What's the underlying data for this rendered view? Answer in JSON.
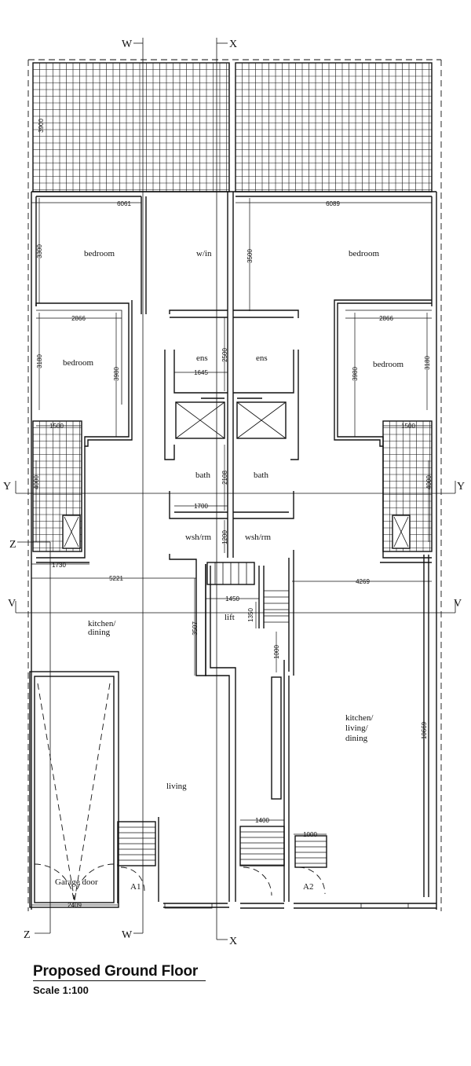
{
  "drawing": {
    "title": "Proposed Ground Floor",
    "scale": "Scale 1:100"
  },
  "sections": {
    "w": "W",
    "x": "X",
    "y": "Y",
    "z": "Z",
    "v": "V"
  },
  "rooms": {
    "bedroom_left_top": "bedroom",
    "w_in": "w/in",
    "bedroom_right_top": "bedroom",
    "bedroom_left_mid": "bedroom",
    "ens_left": "ens",
    "ens_right": "ens",
    "bedroom_right_mid": "bedroom",
    "bath_left": "bath",
    "bath_right": "bath",
    "wsh_left": "wsh/rm",
    "wsh_right": "wsh/rm",
    "lift": "lift",
    "kitchen_dining_1": "kitchen/",
    "kitchen_dining_2": "dining",
    "kitchen_living_1": "kitchen/",
    "kitchen_living_2": "living/",
    "kitchen_living_3": "dining",
    "living": "living",
    "garage": "Garage door",
    "a1": "A1",
    "a2": "A2"
  },
  "dimensions": {
    "d3900": "3900",
    "d6061": "6061",
    "d6089": "6089",
    "d3300": "3300",
    "d3500": "3500",
    "d2866_left": "2866",
    "d2866_right": "2866",
    "d3180_left": "3180",
    "d3980_left": "3980",
    "d3980_right": "3980",
    "d3180_right": "3180",
    "d2500": "2500",
    "d1645": "1645",
    "d1500_left": "1500",
    "d1500_right": "1500",
    "d4000_left": "4000",
    "d4000_right": "4000",
    "d2108": "2108",
    "d1700": "1700",
    "d1200": "1200",
    "d1730": "1730",
    "d5221": "5221",
    "d4269": "4269",
    "d1450": "1450",
    "d1350": "1350",
    "d3507": "3507",
    "d1000_lift": "1000",
    "d10669": "10669",
    "d1400": "1400",
    "d1000_right": "1000",
    "d2409": "2409"
  }
}
